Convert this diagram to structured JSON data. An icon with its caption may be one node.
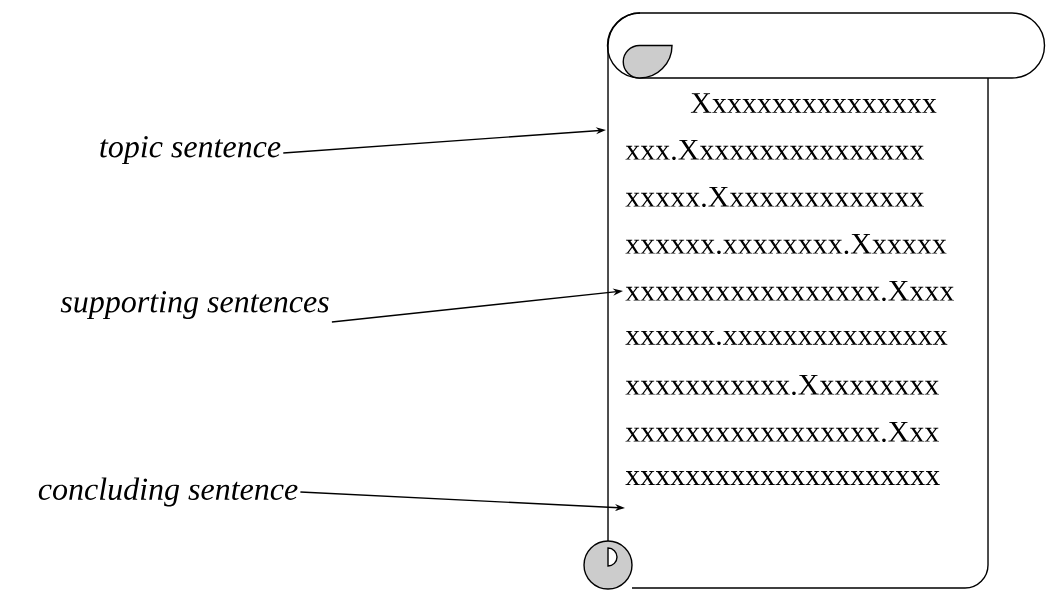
{
  "diagram": {
    "nodes": [
      {
        "text": [
          "Xxxxxxxxxxxxxxxx",
          "xxx.Xxxxxxxxxxxxxxxx",
          "xxxxx.Xxxxxxxxxxxxxx",
          "xxxxxx.xxxxxxxx.Xxxxxx",
          "xxxxxxxxxxxxxxxxx.Xxxx",
          "xxxxxx.xxxxxxxxxxxxxxx",
          "xxxxxxxxxxx.Xxxxxxxxx",
          "xxxxxxxxxxxxxxxxx.Xxx",
          "xxxxxxxxxxxxxxxxxxxxx"
        ]
      },
      {
        "text": [
          "topic sentence"
        ]
      },
      {
        "text": [
          "supporting sentences"
        ]
      },
      {
        "text": [
          "concluding sentence"
        ]
      }
    ],
    "edges": [
      {
        "from": 1,
        "to": 0,
        "arrow": "to"
      },
      {
        "from": 2,
        "to": 0,
        "arrow": "to"
      },
      {
        "from": 3,
        "to": 0,
        "arrow": "to"
      }
    ]
  }
}
